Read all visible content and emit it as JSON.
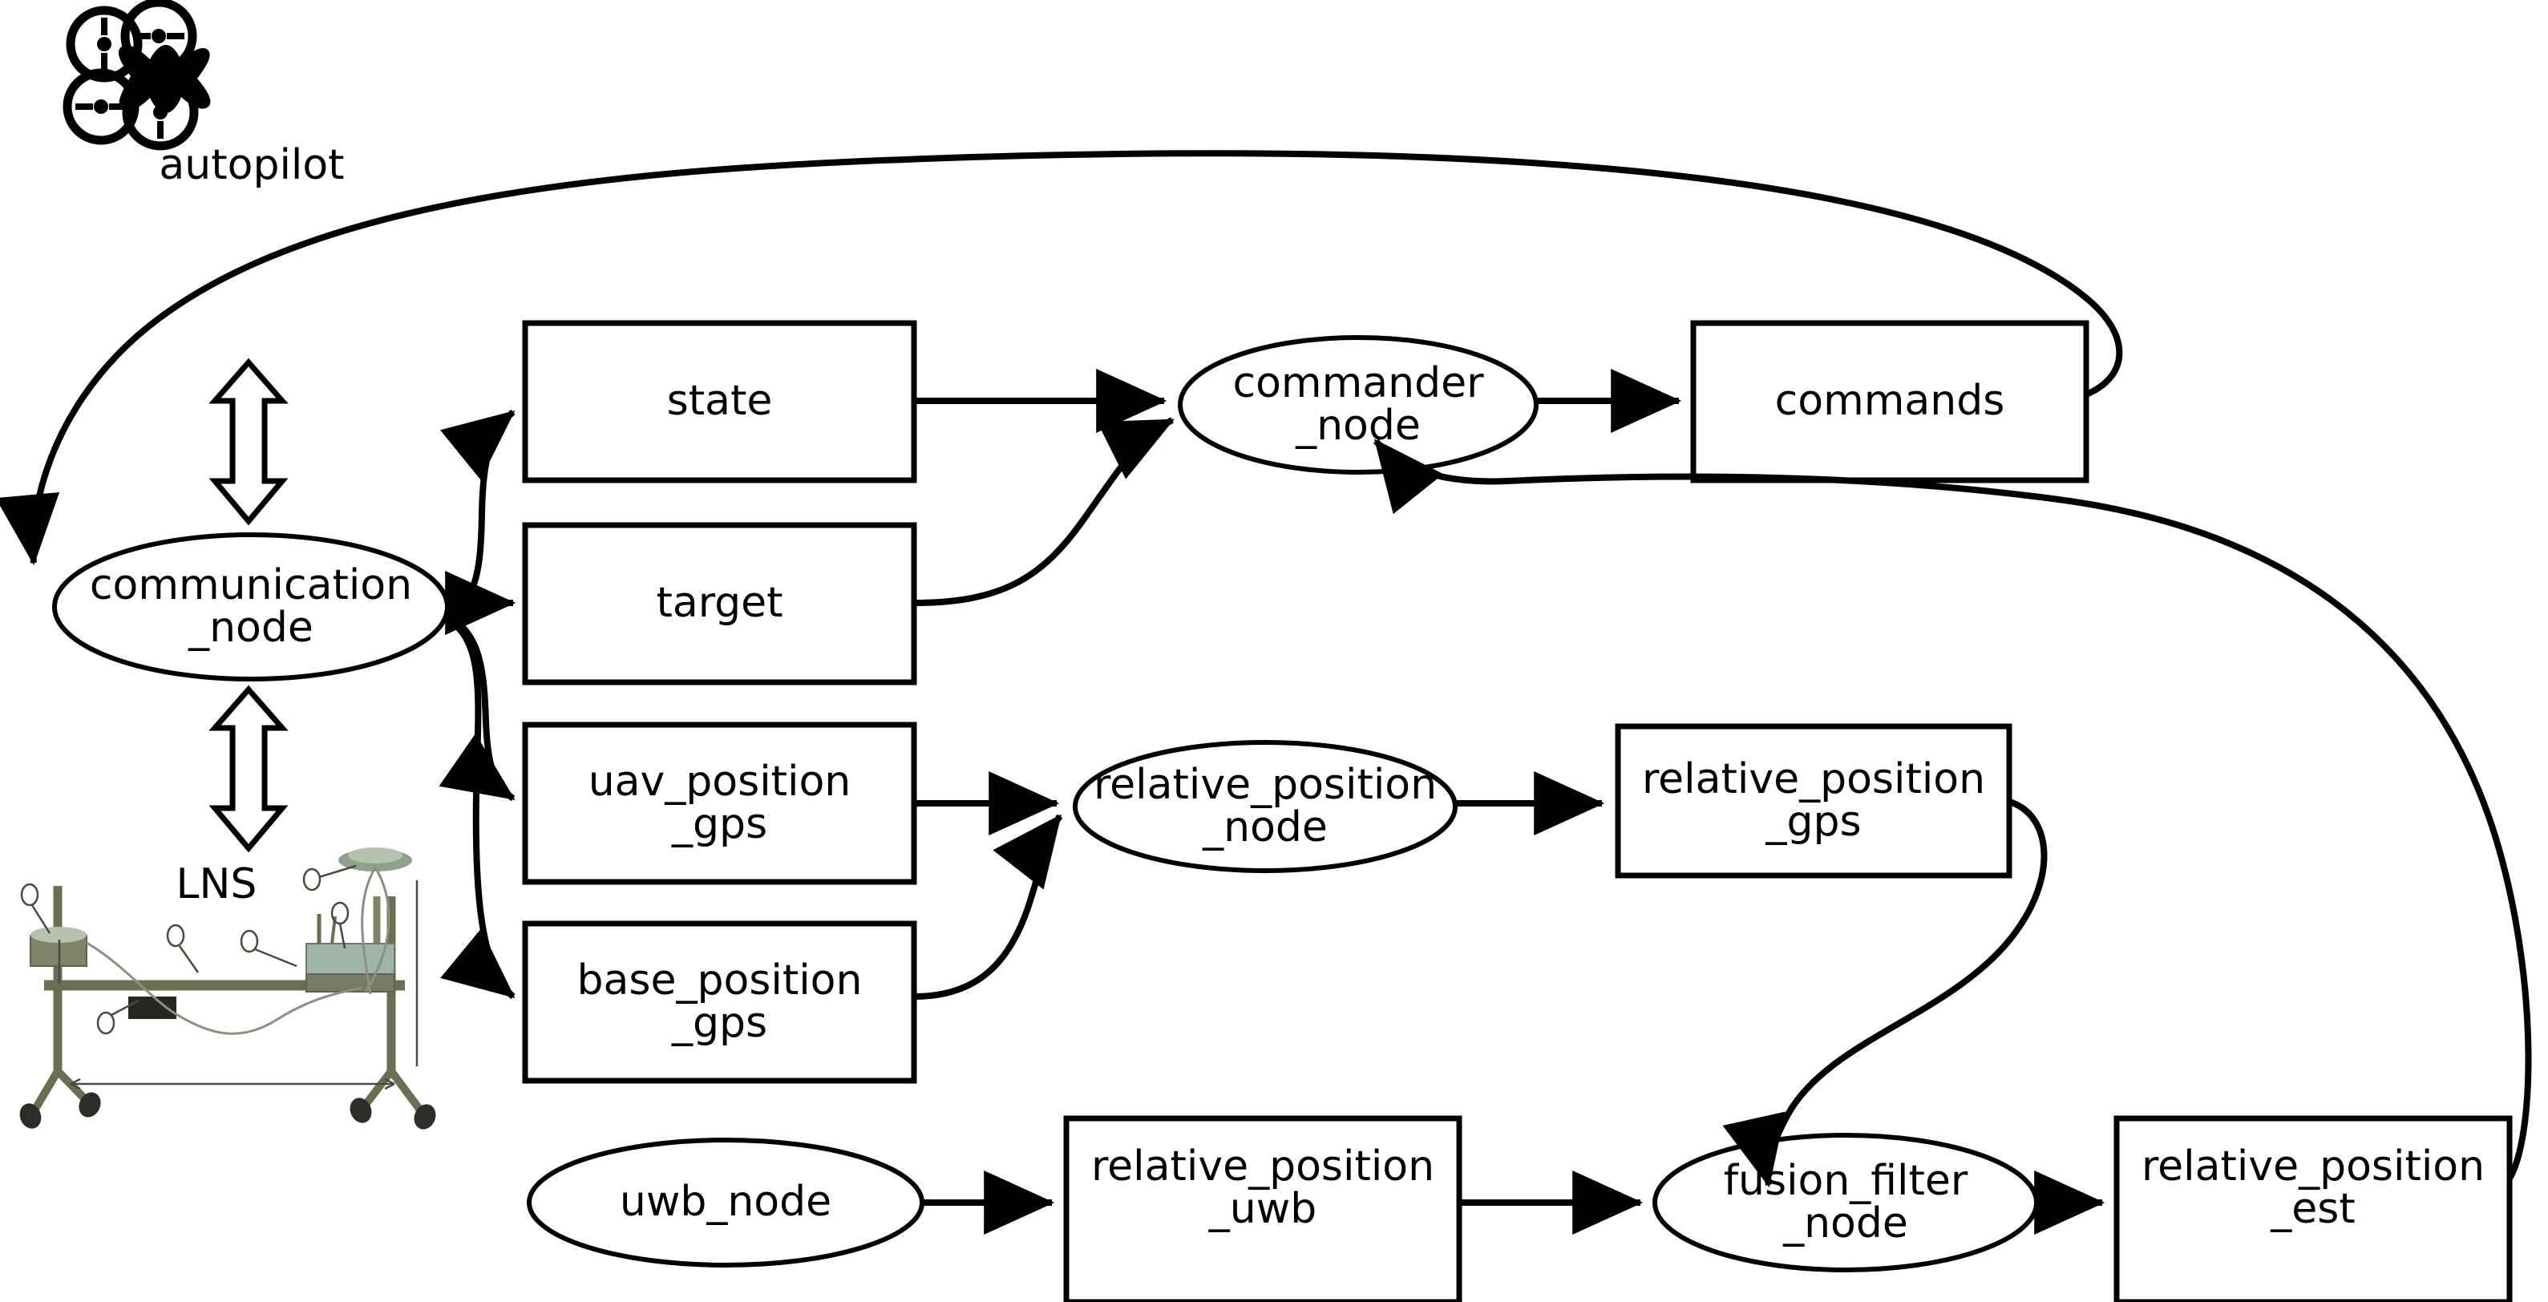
{
  "diagram": {
    "title": "UAV relative positioning ROS node graph",
    "background_color": "#ffffff",
    "stroke_color": "#000000",
    "text_color": "#000000",
    "hardware": [
      {
        "id": "autopilot",
        "label": "autopilot",
        "icon": "quadcopter-drone-icon"
      },
      {
        "id": "lns",
        "label": "LNS",
        "icon": "ground-station-photo"
      }
    ],
    "nodes": [
      {
        "id": "communication_node",
        "label": "communication\n_node",
        "shape": "ellipse"
      },
      {
        "id": "commander_node",
        "label": "commander\n_node",
        "shape": "ellipse"
      },
      {
        "id": "relative_position_node",
        "label": "relative_position\n_node",
        "shape": "ellipse"
      },
      {
        "id": "uwb_node",
        "label": "uwb_node",
        "shape": "ellipse"
      },
      {
        "id": "fusion_filter_node",
        "label": "fusion_filter\n_node",
        "shape": "ellipse"
      }
    ],
    "topics": [
      {
        "id": "state",
        "label": "state",
        "shape": "rect"
      },
      {
        "id": "target",
        "label": "target",
        "shape": "rect"
      },
      {
        "id": "uav_position_gps",
        "label": "uav_position\n_gps",
        "shape": "rect"
      },
      {
        "id": "base_position_gps",
        "label": "base_position\n_gps",
        "shape": "rect"
      },
      {
        "id": "commands",
        "label": "commands",
        "shape": "rect"
      },
      {
        "id": "relative_position_gps",
        "label": "relative_position\n_gps",
        "shape": "rect"
      },
      {
        "id": "relative_position_uwb",
        "label": "relative_position\n_uwb",
        "shape": "rect"
      },
      {
        "id": "relative_position_est",
        "label": "relative_position\n_est",
        "shape": "rect"
      }
    ],
    "edges": [
      {
        "from": "autopilot",
        "to": "communication_node",
        "style": "hollow-double"
      },
      {
        "from": "lns",
        "to": "communication_node",
        "style": "hollow-double"
      },
      {
        "from": "communication_node",
        "to": "state",
        "style": "solid"
      },
      {
        "from": "communication_node",
        "to": "target",
        "style": "solid"
      },
      {
        "from": "communication_node",
        "to": "uav_position_gps",
        "style": "solid"
      },
      {
        "from": "communication_node",
        "to": "base_position_gps",
        "style": "solid"
      },
      {
        "from": "state",
        "to": "commander_node",
        "style": "solid"
      },
      {
        "from": "target",
        "to": "commander_node",
        "style": "solid"
      },
      {
        "from": "commander_node",
        "to": "commands",
        "style": "solid"
      },
      {
        "from": "commands",
        "to": "communication_node",
        "style": "solid"
      },
      {
        "from": "uav_position_gps",
        "to": "relative_position_node",
        "style": "solid"
      },
      {
        "from": "base_position_gps",
        "to": "relative_position_node",
        "style": "solid"
      },
      {
        "from": "relative_position_node",
        "to": "relative_position_gps",
        "style": "solid"
      },
      {
        "from": "relative_position_gps",
        "to": "fusion_filter_node",
        "style": "solid"
      },
      {
        "from": "uwb_node",
        "to": "relative_position_uwb",
        "style": "solid"
      },
      {
        "from": "relative_position_uwb",
        "to": "fusion_filter_node",
        "style": "solid"
      },
      {
        "from": "fusion_filter_node",
        "to": "relative_position_est",
        "style": "solid"
      },
      {
        "from": "relative_position_est",
        "to": "commander_node",
        "style": "solid"
      }
    ]
  }
}
